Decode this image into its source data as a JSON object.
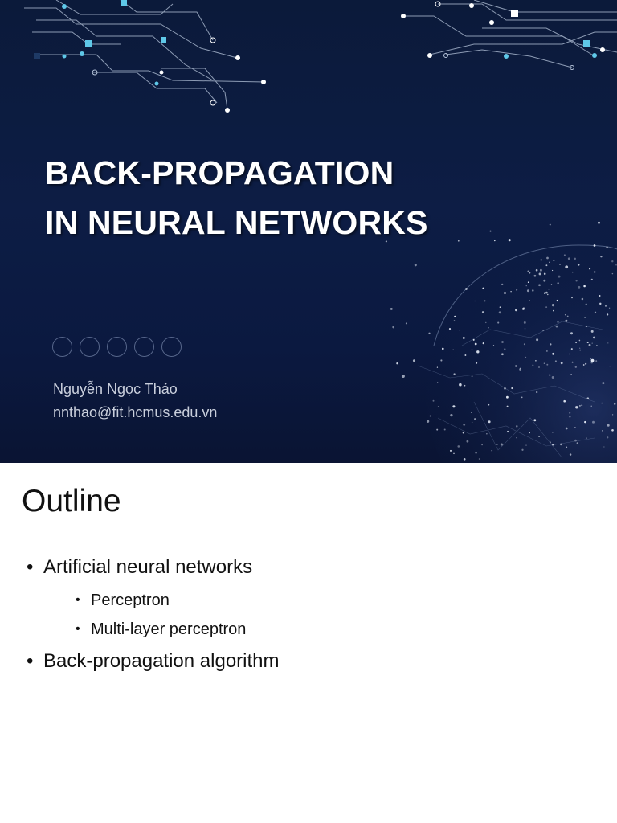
{
  "title_slide": {
    "title_lines": [
      "BACK-PROPAGATION",
      "IN NEURAL NETWORKS"
    ],
    "author_name": "Nguyễn Ngọc Thảo",
    "author_email": "nnthao@fit.hcmus.edu.vn",
    "decoration_circle_count": 5,
    "colors": {
      "background_top": "#0b1a3a",
      "background_bottom": "#0a1433",
      "title_text": "#ffffff",
      "author_text": "#c9cfdc",
      "circuit_accent": "#5fc8e8"
    }
  },
  "outline_slide": {
    "title": "Outline",
    "bullet_glyph": "•",
    "items": [
      {
        "label": "Artificial neural networks",
        "children": [
          "Perceptron",
          "Multi-layer perceptron"
        ]
      },
      {
        "label": "Back-propagation algorithm",
        "children": []
      }
    ]
  }
}
